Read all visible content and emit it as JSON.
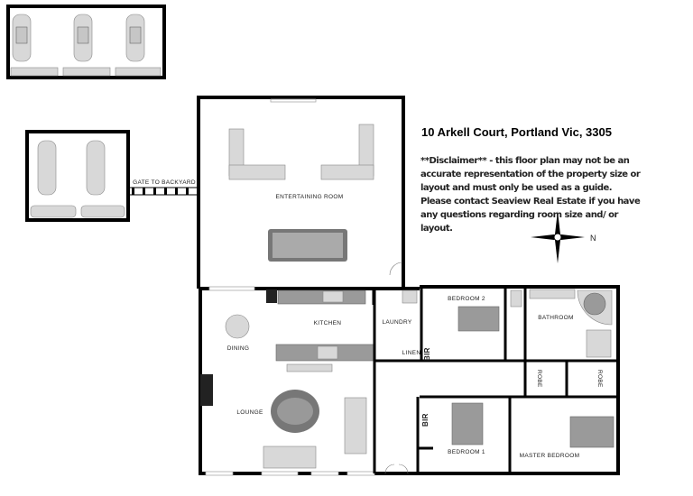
{
  "heading": "10 Arkell Court, Portland Vic, 3305",
  "disclaimer": "**Disclaimer** - this floor plan may not be an accurate representation of the property size or layout and must only be used as a guide. Please contact Seaview Real Estate if you have any questions regarding room size and/ or layout.",
  "compass": {
    "label": "N"
  },
  "rooms": {
    "gate": "GATE TO BACKYARD",
    "entertaining": "ENTERTAINING ROOM",
    "kitchen": "KITCHEN",
    "laundry": "LAUNDRY",
    "dining": "DINING",
    "linen": "LINEN",
    "bir1": "BIR",
    "bedroom2": "BEDROOM 2",
    "bathroom": "BATHROOM",
    "robe1": "ROBE",
    "robe2": "ROBE",
    "lounge": "LOUNGE",
    "bir2": "BIR",
    "bedroom1": "BEDROOM 1",
    "master": "MASTER BEDROOM"
  }
}
